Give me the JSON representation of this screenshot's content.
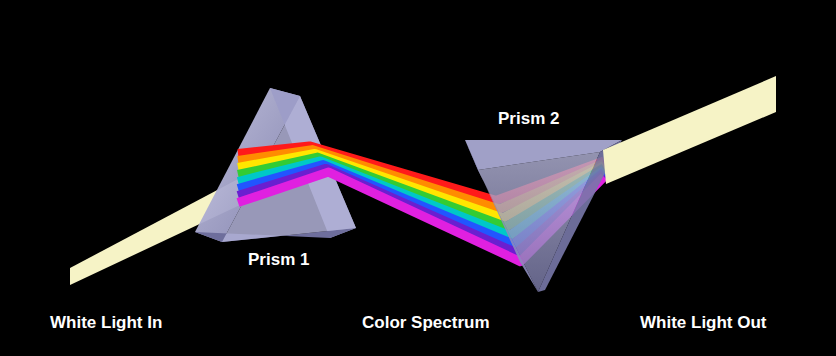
{
  "diagram": {
    "labels": [
      "Prism 2",
      "Prism 1",
      "White Light In",
      "Color Spectrum",
      "White Light Out"
    ]
  }
}
